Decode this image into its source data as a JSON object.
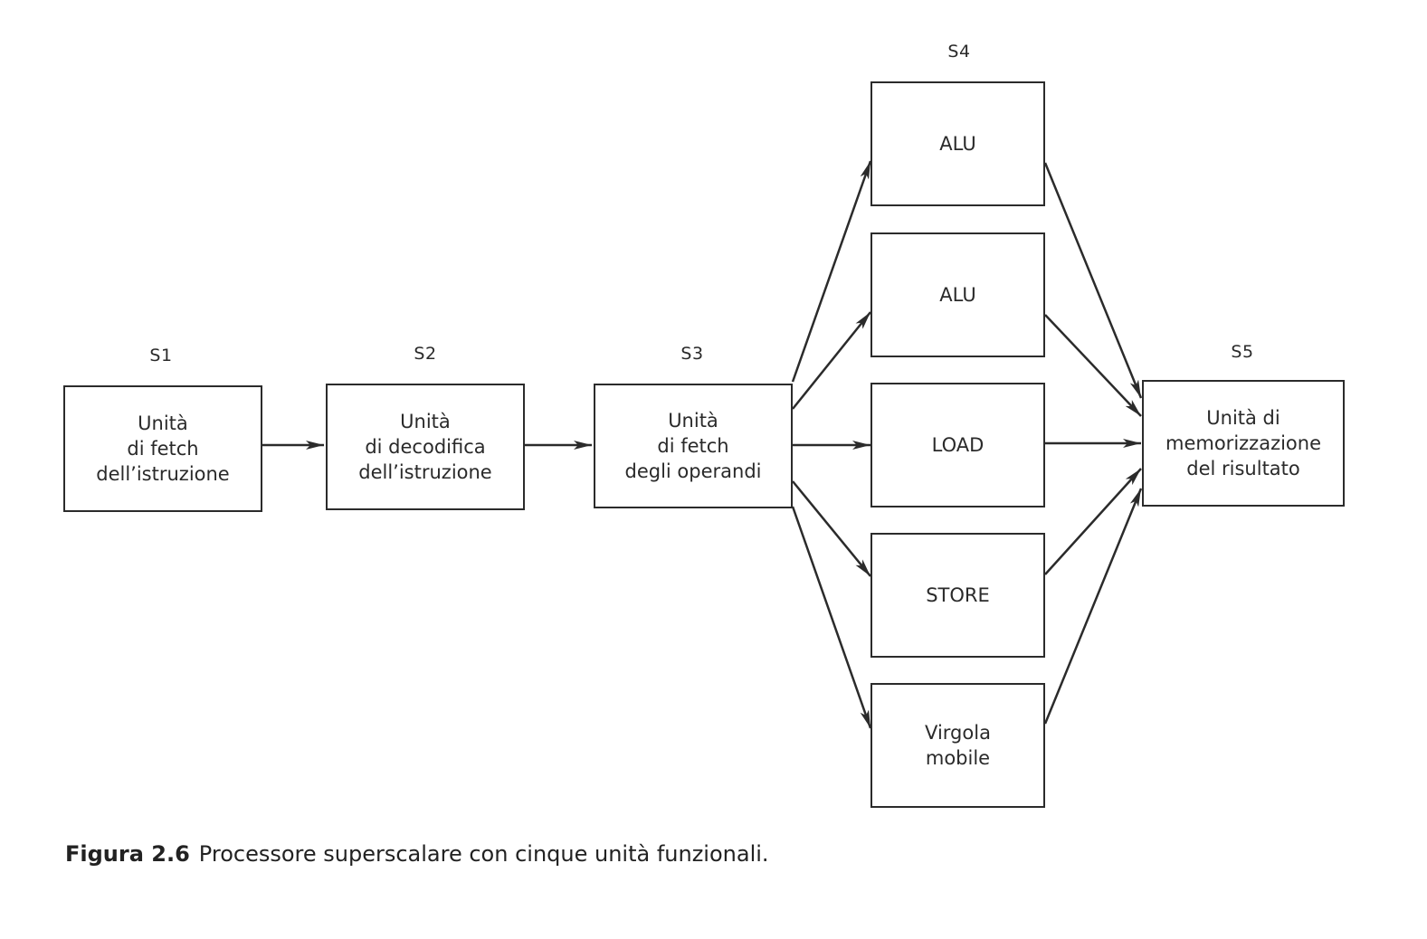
{
  "stages": {
    "s1": "S1",
    "s2": "S2",
    "s3": "S3",
    "s4": "S4",
    "s5": "S5"
  },
  "units": {
    "fetch_instruction": "Unità\ndi fetch\ndell’istruzione",
    "decode_instruction": "Unità\ndi decodifica\ndell’istruzione",
    "fetch_operands": "Unità\ndi fetch\ndegli operandi",
    "alu_1": "ALU",
    "alu_2": "ALU",
    "load": "LOAD",
    "store": "STORE",
    "floating_point": "Virgola\nmobile",
    "result_store": "Unità di\nmemorizzazione\ndel risultato"
  },
  "caption": {
    "number": "Figura 2.6",
    "text": "Processore superscalare con cinque unità funzionali."
  }
}
